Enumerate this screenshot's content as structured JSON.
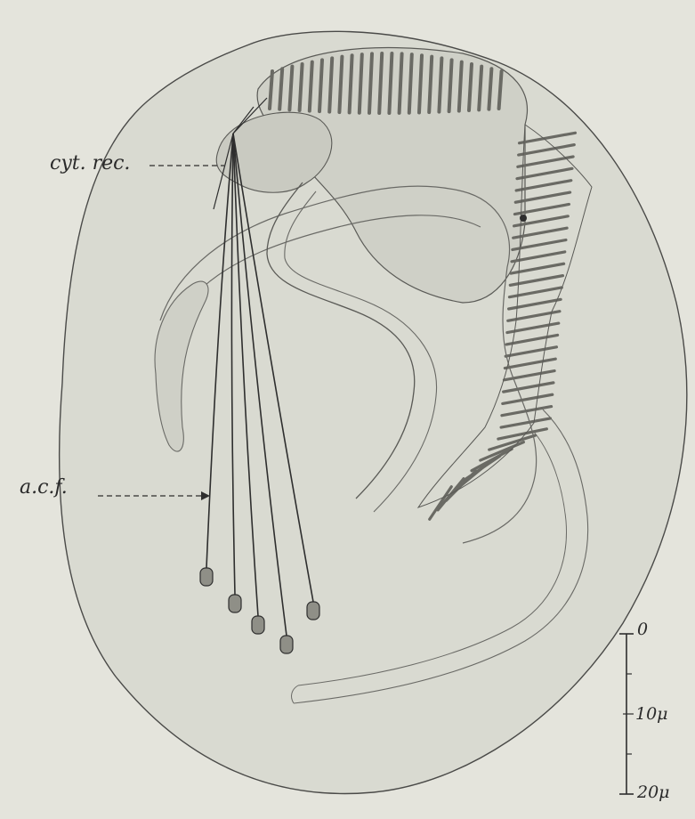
{
  "figure": {
    "labels": {
      "cytostome_receptor": "cyt. rec.",
      "anterior_ciliary_fibers": "a.c.f."
    },
    "scale_bar": {
      "tick_labels": [
        "0",
        "10μ",
        "20μ"
      ]
    },
    "colors": {
      "background": "#e4e4dc",
      "cell_body": "#d9dad1",
      "ink": "#2e2e2e",
      "stripe": "#6a6a64",
      "bulb": "#8f8f87"
    }
  }
}
